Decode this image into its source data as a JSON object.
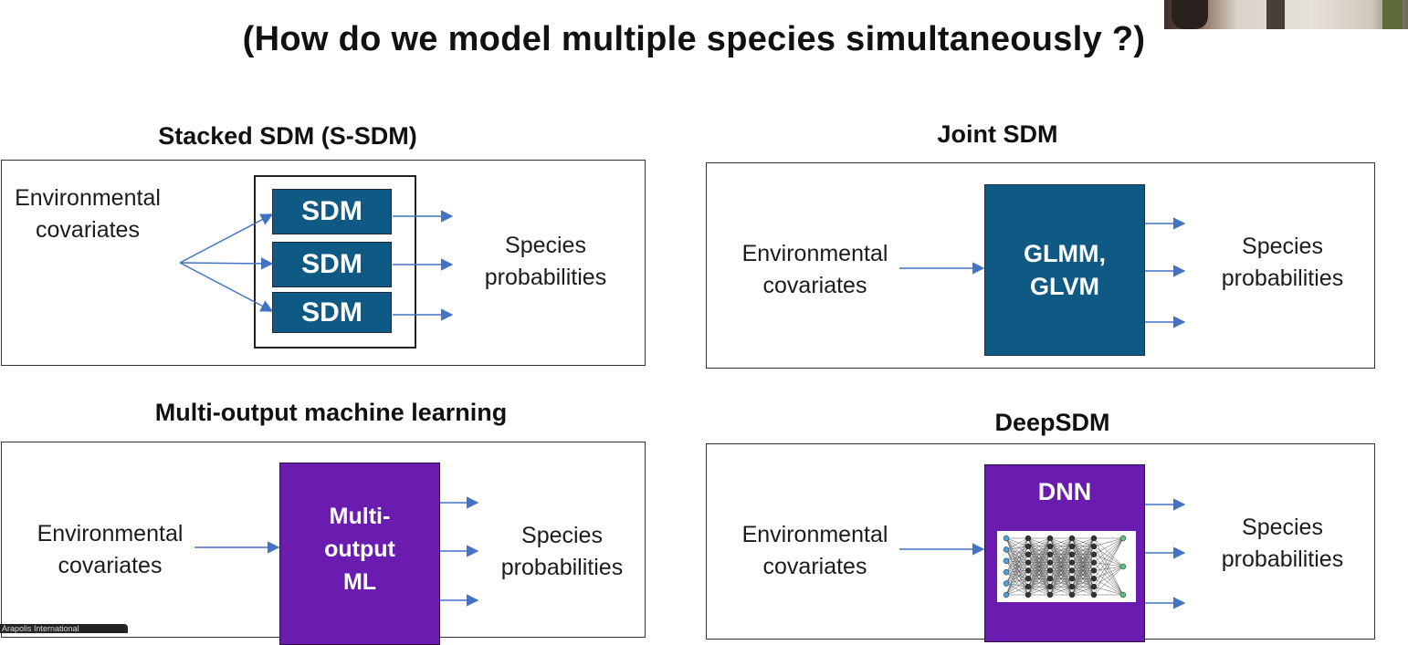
{
  "title": "(How do we model multiple species simultaneously ?)",
  "panels": {
    "stacked": {
      "title": "Stacked SDM (S-SDM)",
      "input": "Environmental covariates",
      "models": [
        "SDM",
        "SDM",
        "SDM"
      ],
      "output": "Species probabilities"
    },
    "joint": {
      "title": "Joint SDM",
      "input": "Environmental covariates",
      "model": "GLMM, GLVM",
      "output": "Species probabilities"
    },
    "multi": {
      "title": "Multi-output machine learning",
      "input": "Environmental covariates",
      "model": "Multi-output ML",
      "output": "Species probabilities"
    },
    "deep": {
      "title": "DeepSDM",
      "input": "Environmental covariates",
      "model": "DNN",
      "output": "Species probabilities"
    }
  },
  "footer_tag": "Arapolis International",
  "colors": {
    "sdm_blue": "#0e5a84",
    "ml_purple": "#6a1bb0",
    "arrow": "#4472c4"
  },
  "icons": {
    "network": "neural-network-icon",
    "webcam": "webcam-thumbnail"
  }
}
